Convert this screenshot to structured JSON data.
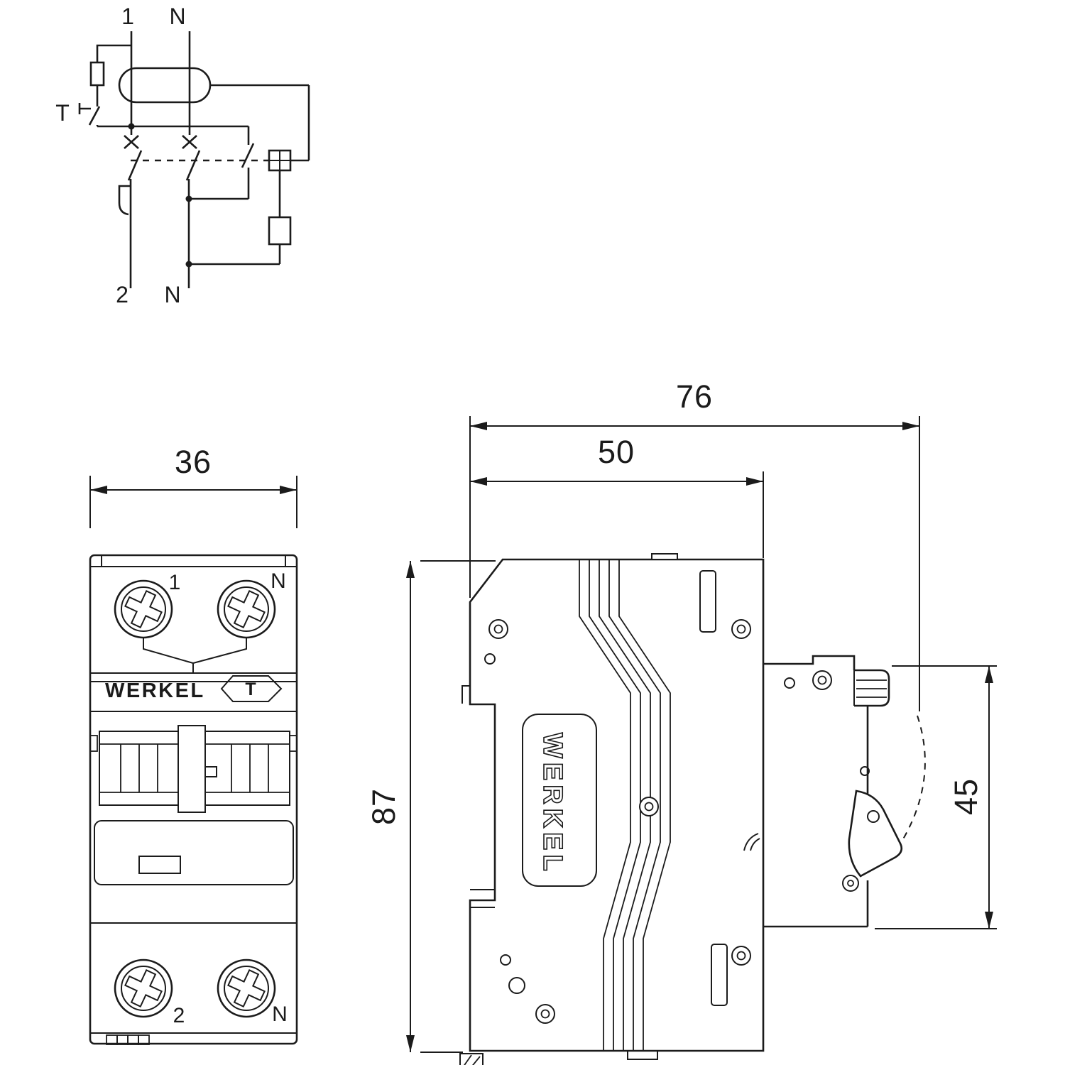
{
  "colors": {
    "ink": "#1b1b1b",
    "background": "#ffffff"
  },
  "schematic": {
    "terminal_top_phase": "1",
    "terminal_top_neutral": "N",
    "test_button": "T",
    "terminal_bottom_phase": "2",
    "terminal_bottom_neutral": "N"
  },
  "front_view": {
    "width_dimension": "36",
    "terminal_top_phase": "1",
    "terminal_top_neutral": "N",
    "brand": "WERKEL",
    "test_button": "T",
    "terminal_bottom_phase": "2",
    "terminal_bottom_neutral": "N"
  },
  "side_view": {
    "depth_overall_dimension": "76",
    "depth_body_dimension": "50",
    "height_dimension": "87",
    "front_height_dimension": "45",
    "brand": "WERKEL"
  }
}
